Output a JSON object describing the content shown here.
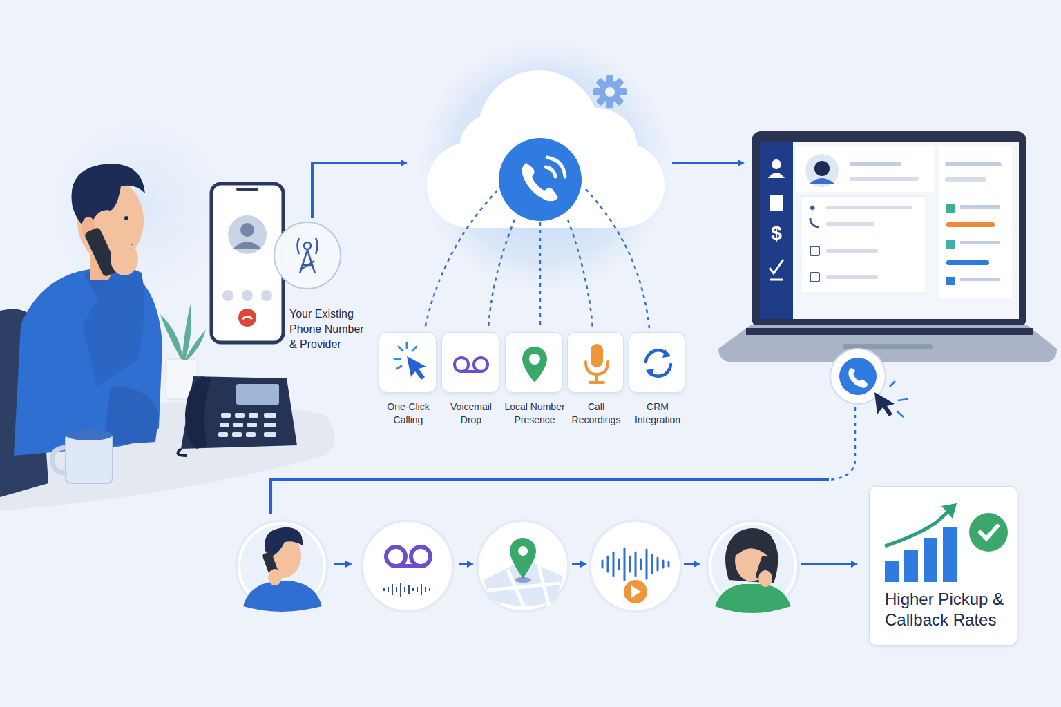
{
  "diagram": {
    "nodes": [
      {
        "text": [
          "One-Click Calling"
        ]
      },
      {
        "text": [
          "Voicemail Drop"
        ]
      },
      {
        "text": [
          "Local Number Presence"
        ]
      },
      {
        "text": [
          "Call Recordings"
        ]
      },
      {
        "text": [
          "CRM Integration"
        ]
      },
      {
        "text": [
          "Higher Pickup & Callback Rates"
        ]
      }
    ],
    "labels": [
      "Your Existing Phone Number & Provider",
      "$"
    ]
  }
}
